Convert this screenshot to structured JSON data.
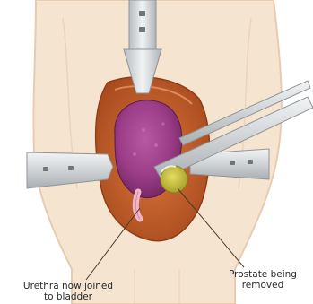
{
  "labels": {
    "prostate_line1": "Prostate being",
    "prostate_line2": "removed",
    "urethra_line1": "Urethra now joined",
    "urethra_line2": "to bladder"
  },
  "colors": {
    "skin": "#f4e4d0",
    "skin_edge": "#e9cbb0",
    "incision_tissue": "#c8602a",
    "bladder": "#a2438e",
    "prostate": "#cbc43a",
    "urethra": "#f0b7c8",
    "instrument": "#cfd3d6",
    "leader_line": "#4a3a2a"
  }
}
